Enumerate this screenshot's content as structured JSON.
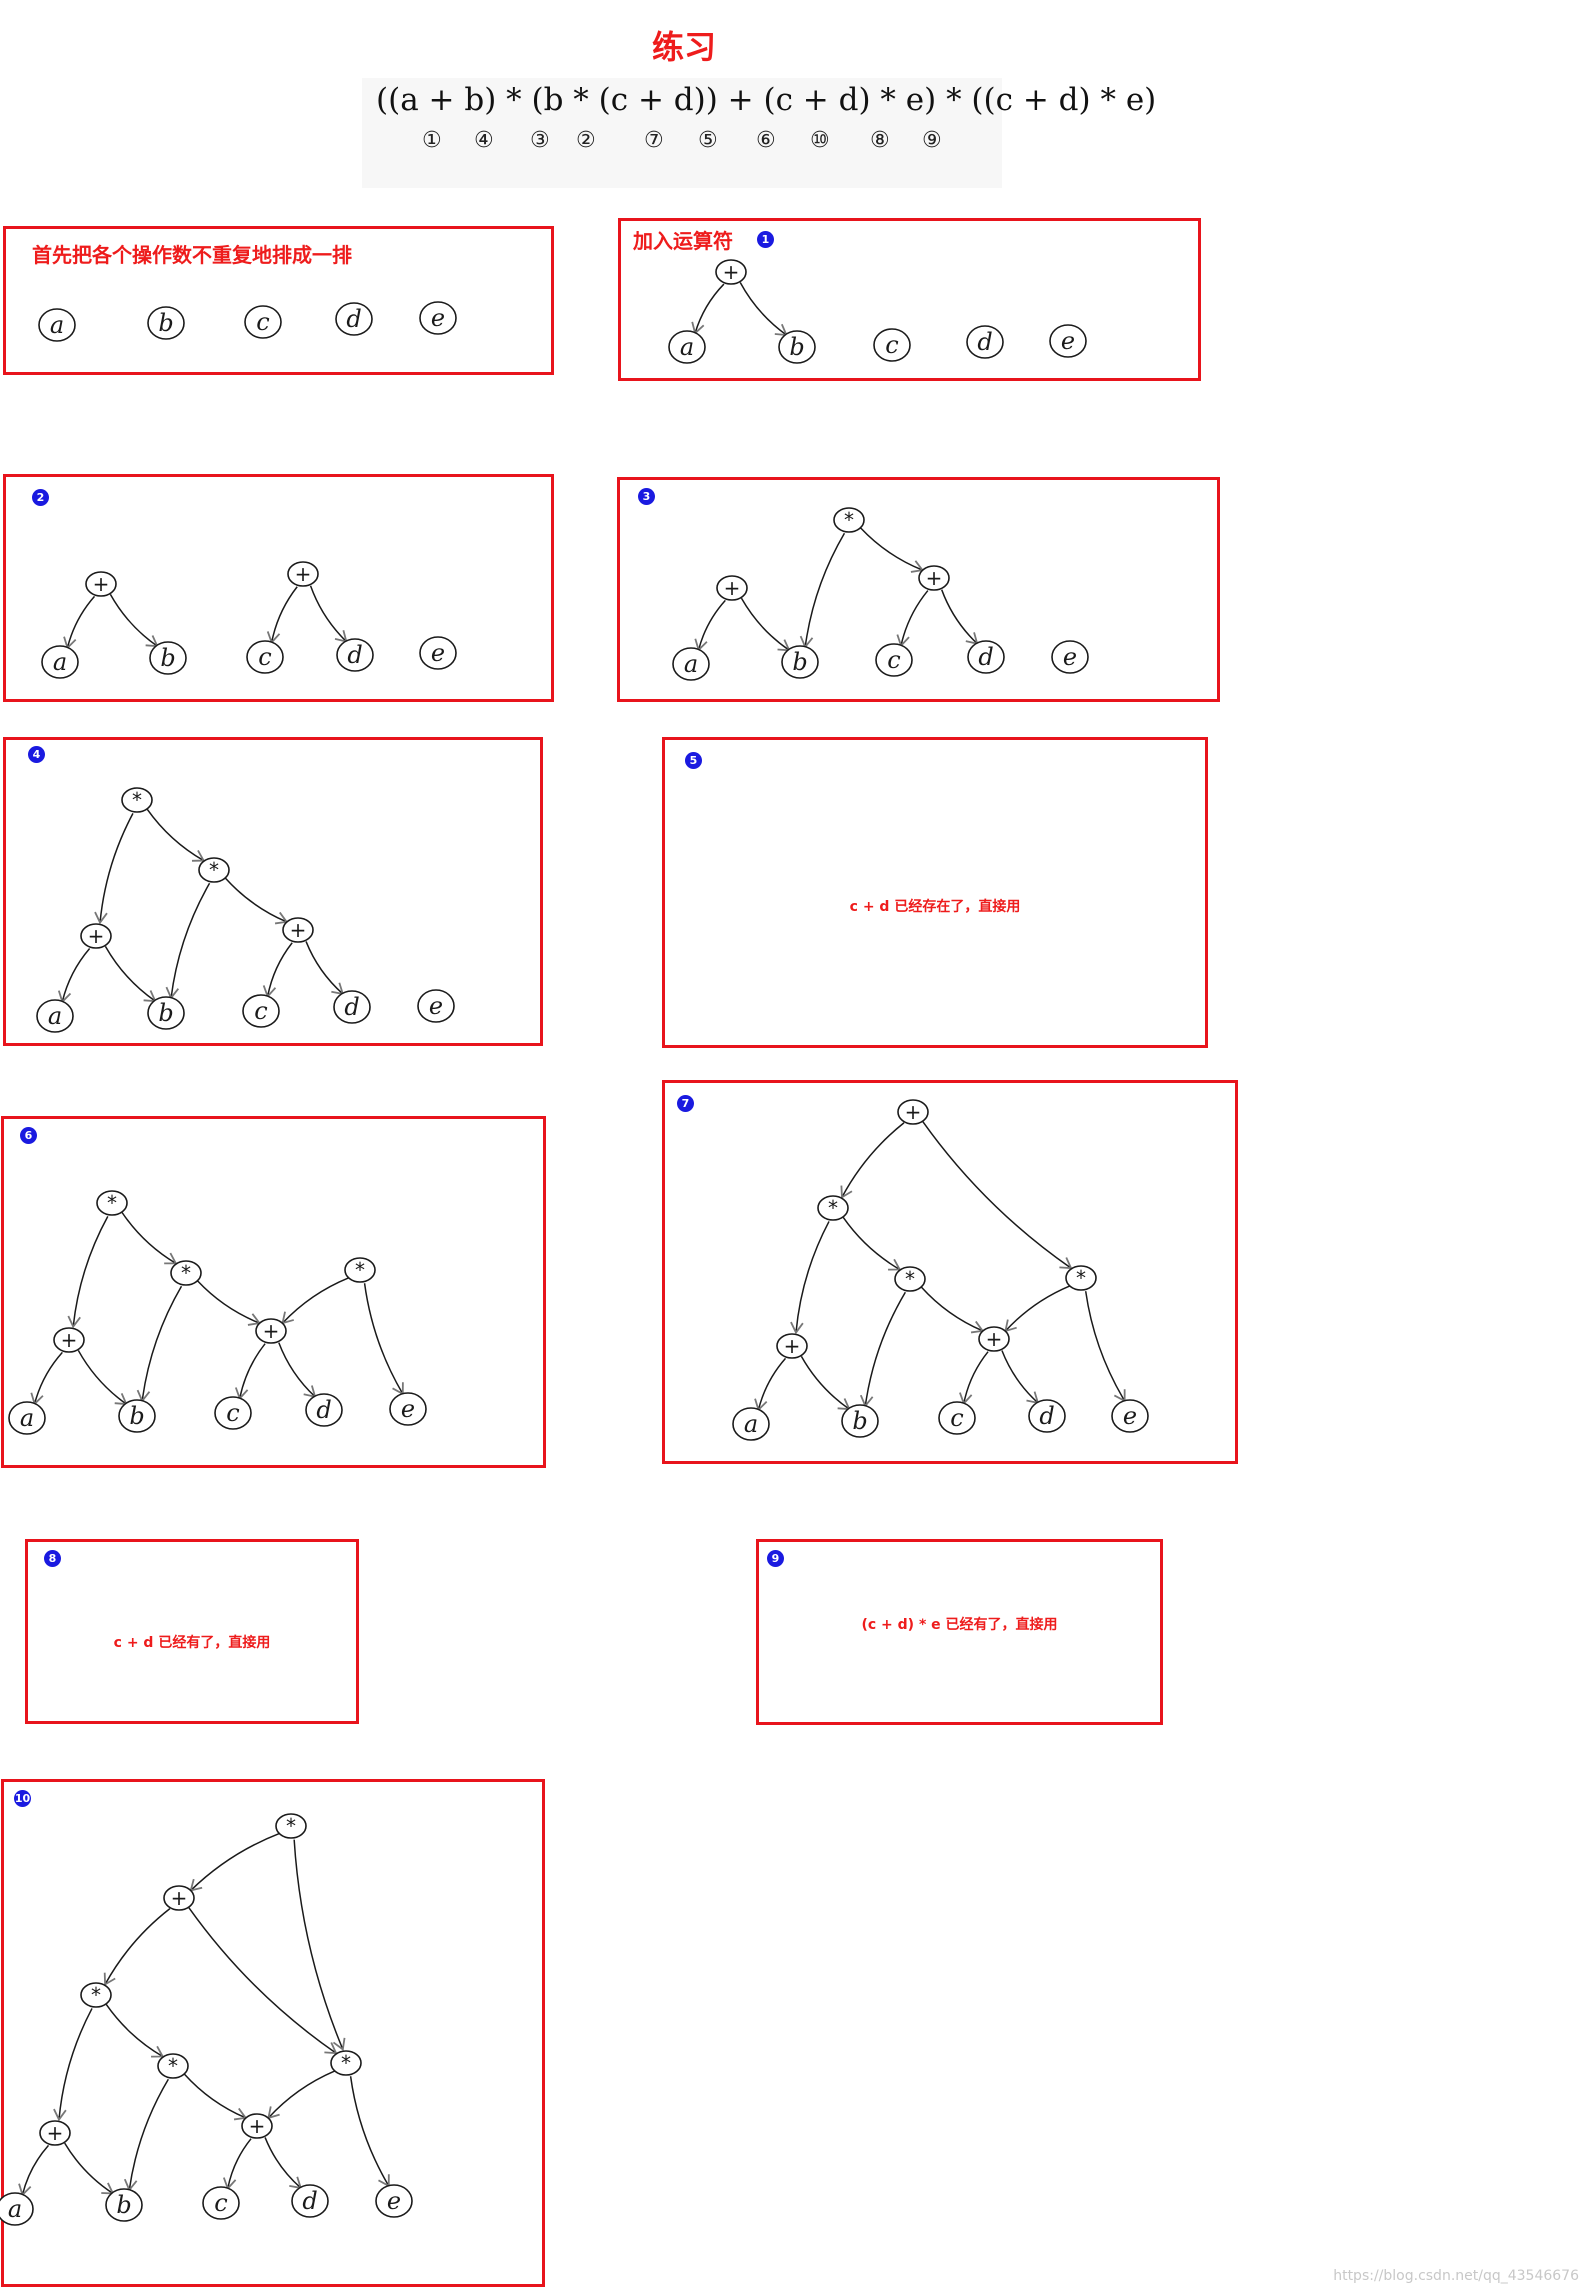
{
  "title": "练习",
  "formula": {
    "expression": "((a + b) * (b * (c + d)) + (c + d) * e) * ((c + d) * e)",
    "order_marks": [
      "①",
      "④",
      "③",
      "②",
      "⑦",
      "⑤",
      "⑥",
      "⑩",
      "⑧",
      "⑨"
    ]
  },
  "panels": {
    "p0": {
      "text": "首先把各个操作数不重复地排成一排"
    },
    "p1": {
      "text": "加入运算符",
      "badge": "1"
    },
    "p2": {
      "badge": "2"
    },
    "p3": {
      "badge": "3"
    },
    "p4": {
      "badge": "4"
    },
    "p5": {
      "badge": "5",
      "note": "c + d 已经存在了，直接用"
    },
    "p6": {
      "badge": "6"
    },
    "p7": {
      "badge": "7"
    },
    "p8": {
      "badge": "8",
      "note": "c + d 已经有了，直接用"
    },
    "p9": {
      "badge": "9",
      "note": "(c + d) * e 已经有了，直接用"
    },
    "p10": {
      "badge": "10"
    }
  },
  "operands": [
    "a",
    "b",
    "c",
    "d",
    "e"
  ],
  "operators": {
    "plus": "+",
    "times": "*"
  },
  "trees": [
    {
      "panel": "p0",
      "nodes": [
        [
          "a",
          "a"
        ],
        [
          "b",
          "b"
        ],
        [
          "c",
          "c"
        ],
        [
          "d",
          "d"
        ],
        [
          "e",
          "e"
        ]
      ],
      "edges": []
    },
    {
      "panel": "p1",
      "nodes": [
        [
          "p1",
          "+"
        ],
        [
          "a",
          "a"
        ],
        [
          "b",
          "b"
        ],
        [
          "c",
          "c"
        ],
        [
          "d",
          "d"
        ],
        [
          "e",
          "e"
        ]
      ],
      "edges": [
        [
          "p1",
          "a"
        ],
        [
          "p1",
          "b"
        ]
      ]
    },
    {
      "panel": "p2",
      "nodes": [
        [
          "p1",
          "+"
        ],
        [
          "p2",
          "+"
        ],
        [
          "a",
          "a"
        ],
        [
          "b",
          "b"
        ],
        [
          "c",
          "c"
        ],
        [
          "d",
          "d"
        ],
        [
          "e",
          "e"
        ]
      ],
      "edges": [
        [
          "p1",
          "a"
        ],
        [
          "p1",
          "b"
        ],
        [
          "p2",
          "c"
        ],
        [
          "p2",
          "d"
        ]
      ]
    },
    {
      "panel": "p3",
      "nodes": [
        [
          "m3",
          "*"
        ],
        [
          "p1",
          "+"
        ],
        [
          "p2",
          "+"
        ],
        [
          "a",
          "a"
        ],
        [
          "b",
          "b"
        ],
        [
          "c",
          "c"
        ],
        [
          "d",
          "d"
        ],
        [
          "e",
          "e"
        ]
      ],
      "edges": [
        [
          "p1",
          "a"
        ],
        [
          "p1",
          "b"
        ],
        [
          "p2",
          "c"
        ],
        [
          "p2",
          "d"
        ],
        [
          "m3",
          "b"
        ],
        [
          "m3",
          "p2"
        ]
      ]
    },
    {
      "panel": "p4",
      "nodes": [
        [
          "m4",
          "*"
        ],
        [
          "m3",
          "*"
        ],
        [
          "p1",
          "+"
        ],
        [
          "p2",
          "+"
        ],
        [
          "a",
          "a"
        ],
        [
          "b",
          "b"
        ],
        [
          "c",
          "c"
        ],
        [
          "d",
          "d"
        ],
        [
          "e",
          "e"
        ]
      ],
      "edges": [
        [
          "p1",
          "a"
        ],
        [
          "p1",
          "b"
        ],
        [
          "p2",
          "c"
        ],
        [
          "p2",
          "d"
        ],
        [
          "m3",
          "b"
        ],
        [
          "m3",
          "p2"
        ],
        [
          "m4",
          "p1"
        ],
        [
          "m4",
          "m3"
        ]
      ]
    },
    {
      "panel": "p6",
      "nodes": [
        [
          "m4",
          "*"
        ],
        [
          "m3",
          "*"
        ],
        [
          "m6",
          "*"
        ],
        [
          "p1",
          "+"
        ],
        [
          "p2",
          "+"
        ],
        [
          "a",
          "a"
        ],
        [
          "b",
          "b"
        ],
        [
          "c",
          "c"
        ],
        [
          "d",
          "d"
        ],
        [
          "e",
          "e"
        ]
      ],
      "edges": [
        [
          "p1",
          "a"
        ],
        [
          "p1",
          "b"
        ],
        [
          "p2",
          "c"
        ],
        [
          "p2",
          "d"
        ],
        [
          "m3",
          "b"
        ],
        [
          "m3",
          "p2"
        ],
        [
          "m4",
          "p1"
        ],
        [
          "m4",
          "m3"
        ],
        [
          "m6",
          "p2"
        ],
        [
          "m6",
          "e"
        ]
      ]
    },
    {
      "panel": "p7",
      "nodes": [
        [
          "p7",
          "+"
        ],
        [
          "m4",
          "*"
        ],
        [
          "m3",
          "*"
        ],
        [
          "m6",
          "*"
        ],
        [
          "p1",
          "+"
        ],
        [
          "p2",
          "+"
        ],
        [
          "a",
          "a"
        ],
        [
          "b",
          "b"
        ],
        [
          "c",
          "c"
        ],
        [
          "d",
          "d"
        ],
        [
          "e",
          "e"
        ]
      ],
      "edges": [
        [
          "p1",
          "a"
        ],
        [
          "p1",
          "b"
        ],
        [
          "p2",
          "c"
        ],
        [
          "p2",
          "d"
        ],
        [
          "m3",
          "b"
        ],
        [
          "m3",
          "p2"
        ],
        [
          "m4",
          "p1"
        ],
        [
          "m4",
          "m3"
        ],
        [
          "m6",
          "p2"
        ],
        [
          "m6",
          "e"
        ],
        [
          "p7",
          "m4"
        ],
        [
          "p7",
          "m6"
        ]
      ]
    },
    {
      "panel": "p10",
      "nodes": [
        [
          "m10",
          "*"
        ],
        [
          "p7",
          "+"
        ],
        [
          "m4",
          "*"
        ],
        [
          "m3",
          "*"
        ],
        [
          "m6",
          "*"
        ],
        [
          "p1",
          "+"
        ],
        [
          "p2",
          "+"
        ],
        [
          "a",
          "a"
        ],
        [
          "b",
          "b"
        ],
        [
          "c",
          "c"
        ],
        [
          "d",
          "d"
        ],
        [
          "e",
          "e"
        ]
      ],
      "edges": [
        [
          "p1",
          "a"
        ],
        [
          "p1",
          "b"
        ],
        [
          "p2",
          "c"
        ],
        [
          "p2",
          "d"
        ],
        [
          "m3",
          "b"
        ],
        [
          "m3",
          "p2"
        ],
        [
          "m4",
          "p1"
        ],
        [
          "m4",
          "m3"
        ],
        [
          "m6",
          "p2"
        ],
        [
          "m6",
          "e"
        ],
        [
          "p7",
          "m4"
        ],
        [
          "p7",
          "m6"
        ],
        [
          "m10",
          "p7"
        ],
        [
          "m10",
          "m6"
        ]
      ]
    }
  ],
  "watermark": "https://blog.csdn.net/qq_43546676"
}
